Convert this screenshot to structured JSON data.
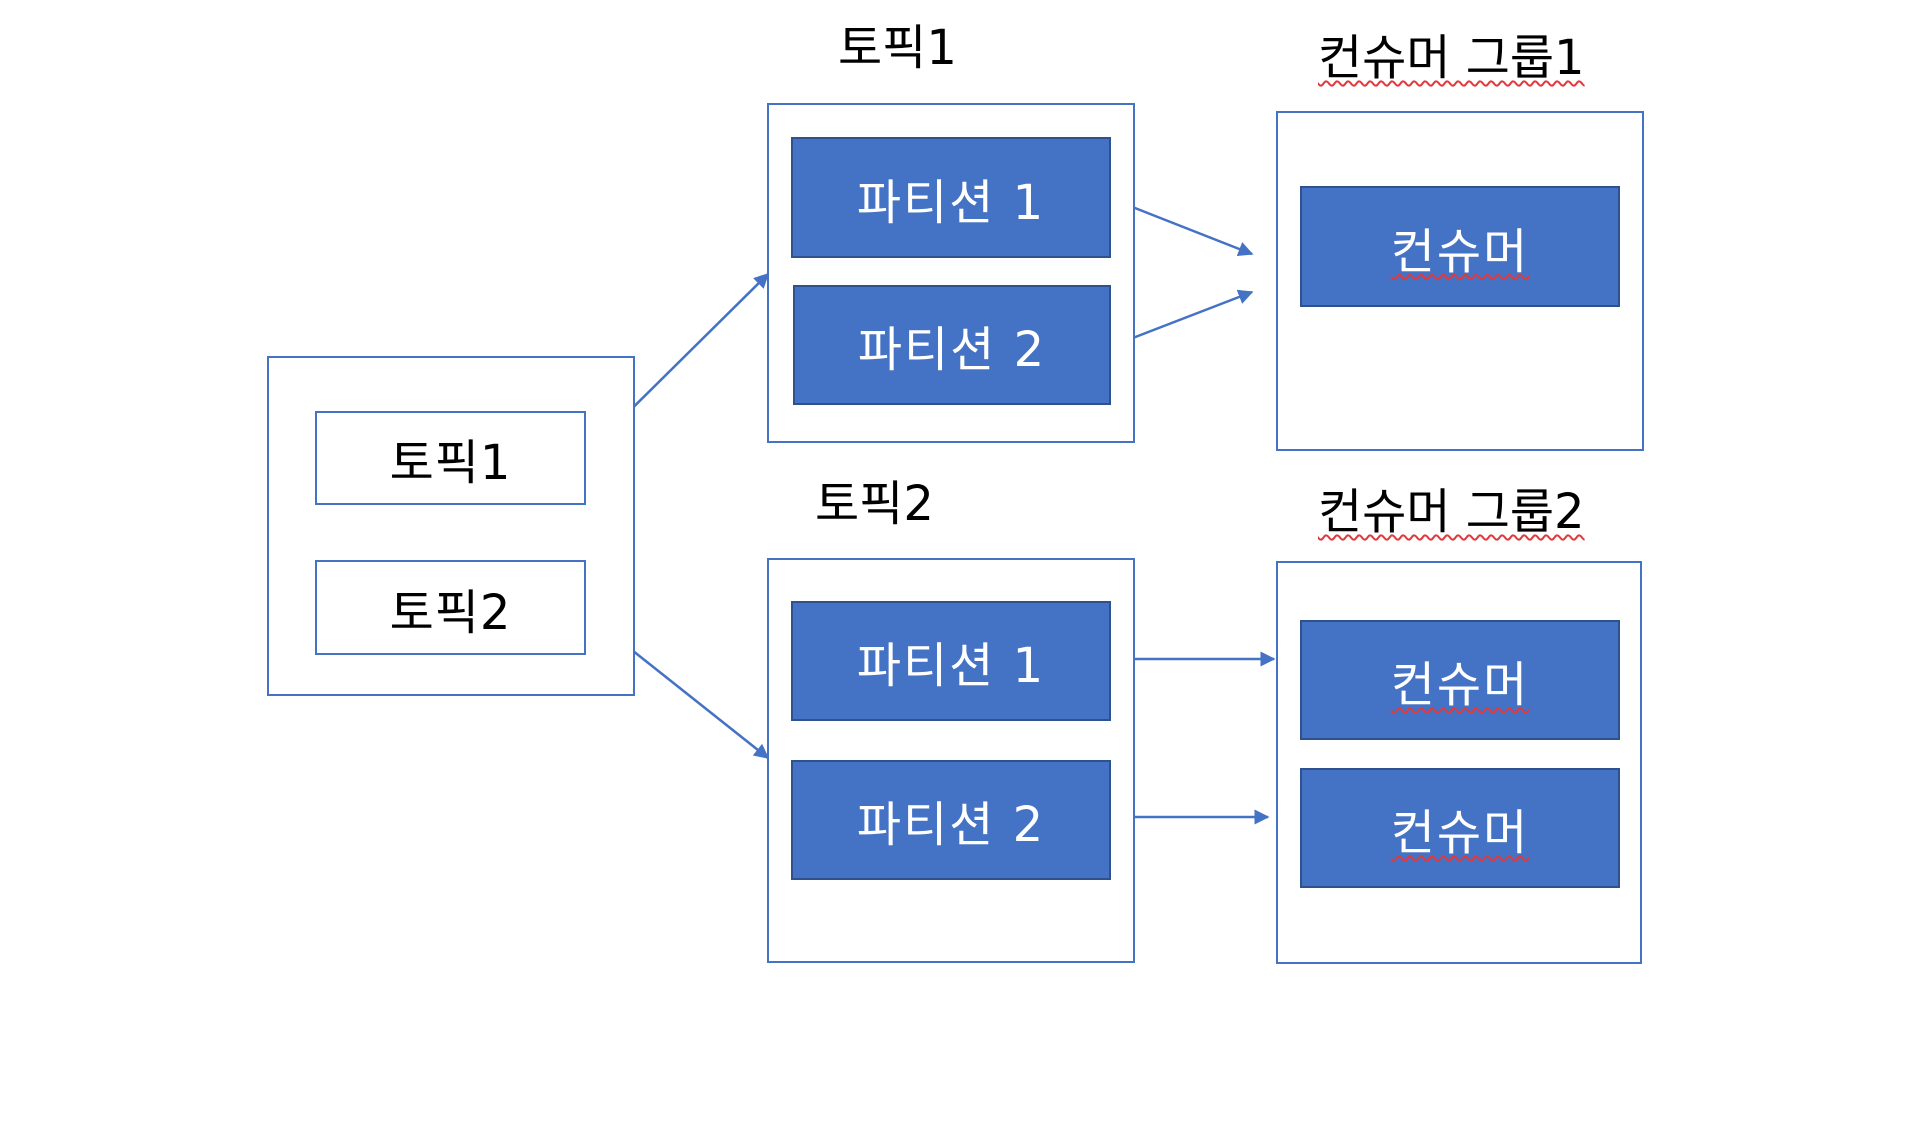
{
  "colors": {
    "accent": "#4472C4",
    "accent_border": "#2F528F",
    "text": "#000000",
    "text_on_accent": "#FFFFFF",
    "spellcheck": "#E0393E"
  },
  "source": {
    "items": [
      {
        "label": "토픽1"
      },
      {
        "label": "토픽2"
      }
    ]
  },
  "topics": [
    {
      "title": "토픽1",
      "partitions": [
        {
          "label": "파티션 1"
        },
        {
          "label": "파티션 2"
        }
      ]
    },
    {
      "title": "토픽2",
      "partitions": [
        {
          "label": "파티션 1"
        },
        {
          "label": "파티션 2"
        }
      ]
    }
  ],
  "consumer_groups": [
    {
      "title": "컨슈머 그룹1",
      "consumers": [
        {
          "label": "컨슈머"
        }
      ]
    },
    {
      "title": "컨슈머 그룹2",
      "consumers": [
        {
          "label": "컨슈머"
        },
        {
          "label": "컨슈머"
        }
      ]
    }
  ]
}
